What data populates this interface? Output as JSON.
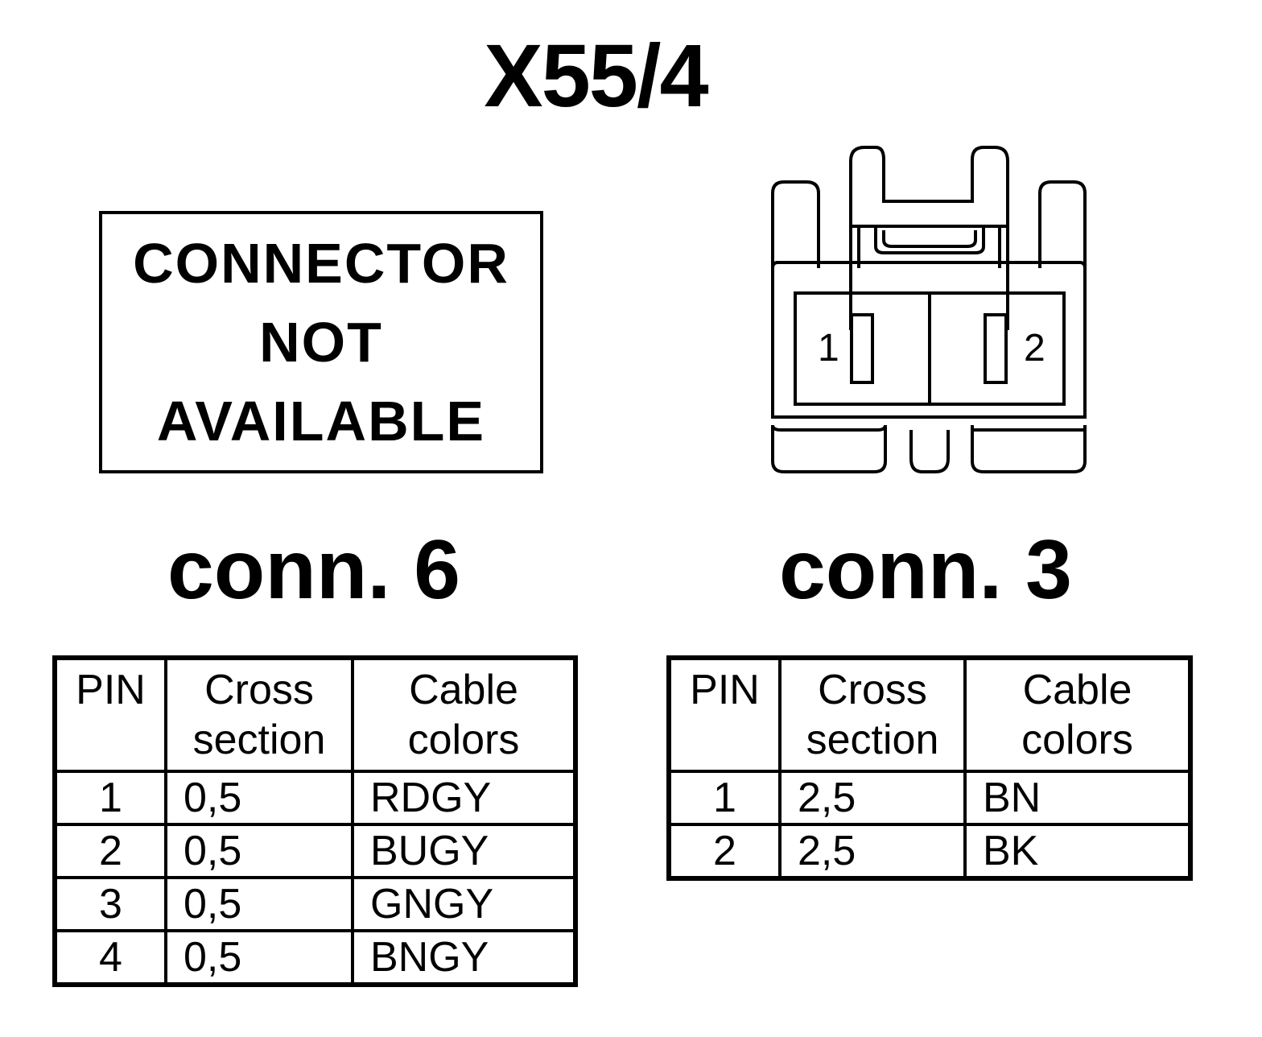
{
  "title": "X55/4",
  "left": {
    "notice": [
      "CONNECTOR",
      "NOT",
      "AVAILABLE"
    ],
    "label": "conn. 6",
    "table": {
      "headers": [
        [
          "PIN"
        ],
        [
          "Cross",
          "section"
        ],
        [
          "Cable",
          "colors"
        ]
      ],
      "rows": [
        {
          "pin": "1",
          "cross": "0,5",
          "color": "RDGY"
        },
        {
          "pin": "2",
          "cross": "0,5",
          "color": "BUGY"
        },
        {
          "pin": "3",
          "cross": "0,5",
          "color": "GNGY"
        },
        {
          "pin": "4",
          "cross": "0,5",
          "color": "BNGY"
        }
      ]
    }
  },
  "right": {
    "connector": {
      "pin_labels": [
        "1",
        "2"
      ],
      "icon": "two-pin-connector-icon"
    },
    "label": "conn. 3",
    "table": {
      "headers": [
        [
          "PIN"
        ],
        [
          "Cross",
          "section"
        ],
        [
          "Cable",
          "colors"
        ]
      ],
      "rows": [
        {
          "pin": "1",
          "cross": "2,5",
          "color": "BN"
        },
        {
          "pin": "2",
          "cross": "2,5",
          "color": "BK"
        }
      ]
    }
  }
}
